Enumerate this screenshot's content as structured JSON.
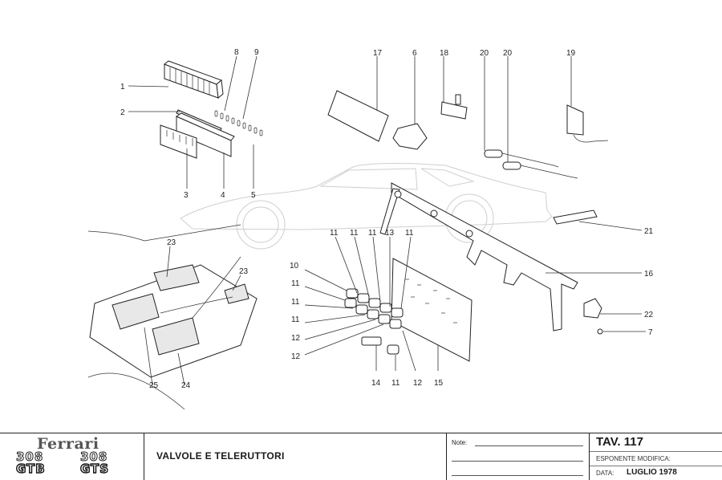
{
  "diagram": {
    "callouts": [
      {
        "id": "c1",
        "label": "1"
      },
      {
        "id": "c2",
        "label": "2"
      },
      {
        "id": "c3",
        "label": "3"
      },
      {
        "id": "c4",
        "label": "4"
      },
      {
        "id": "c5",
        "label": "5"
      },
      {
        "id": "c6",
        "label": "6"
      },
      {
        "id": "c7",
        "label": "7"
      },
      {
        "id": "c8",
        "label": "8"
      },
      {
        "id": "c9",
        "label": "9"
      },
      {
        "id": "c10",
        "label": "10"
      },
      {
        "id": "c11a",
        "label": "11"
      },
      {
        "id": "c11b",
        "label": "11"
      },
      {
        "id": "c11c",
        "label": "11"
      },
      {
        "id": "c11d",
        "label": "11"
      },
      {
        "id": "c11e",
        "label": "11"
      },
      {
        "id": "c11f",
        "label": "11"
      },
      {
        "id": "c11g",
        "label": "11"
      },
      {
        "id": "c11h",
        "label": "11"
      },
      {
        "id": "c12a",
        "label": "12"
      },
      {
        "id": "c12b",
        "label": "12"
      },
      {
        "id": "c12c",
        "label": "12"
      },
      {
        "id": "c13",
        "label": "13"
      },
      {
        "id": "c14",
        "label": "14"
      },
      {
        "id": "c15",
        "label": "15"
      },
      {
        "id": "c16",
        "label": "16"
      },
      {
        "id": "c17",
        "label": "17"
      },
      {
        "id": "c18",
        "label": "18"
      },
      {
        "id": "c19",
        "label": "19"
      },
      {
        "id": "c20a",
        "label": "20"
      },
      {
        "id": "c20b",
        "label": "20"
      },
      {
        "id": "c21",
        "label": "21"
      },
      {
        "id": "c22",
        "label": "22"
      },
      {
        "id": "c23a",
        "label": "23"
      },
      {
        "id": "c23b",
        "label": "23"
      },
      {
        "id": "c24",
        "label": "24"
      },
      {
        "id": "c25",
        "label": "25"
      }
    ]
  },
  "titleblock": {
    "brand": "Ferrari",
    "models": [
      {
        "number": "308",
        "variant": "GTB"
      },
      {
        "number": "308",
        "variant": "GTS"
      }
    ],
    "title": "VALVOLE E TELERUTTORI",
    "notes_label": "Note:",
    "table_label": "TAV. 117",
    "esponente_label": "ESPONENTE  MODIFICA:",
    "data_label": "DATA:",
    "data_value": "LUGLIO 1978"
  }
}
